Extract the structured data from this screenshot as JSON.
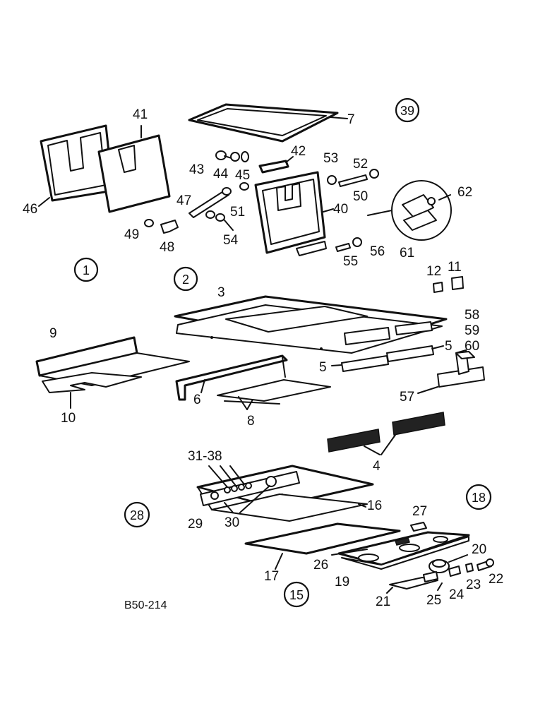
{
  "drawing_code": "B50-214",
  "group_refs": {
    "r39": "39",
    "r1": "1",
    "r2": "2",
    "r18": "18",
    "r28": "28",
    "r15": "15"
  },
  "callouts": {
    "c7": "7",
    "c41": "41",
    "c46": "46",
    "c43": "43",
    "c44": "44",
    "c45": "45",
    "c42": "42",
    "c53": "53",
    "c52": "52",
    "c50": "50",
    "c47": "47",
    "c51": "51",
    "c40": "40",
    "c62": "62",
    "c49": "49",
    "c48": "48",
    "c54": "54",
    "c55": "55",
    "c56": "56",
    "c61": "61",
    "c12": "12",
    "c11": "11",
    "c3": "3",
    "c58": "58",
    "c59": "59",
    "c60": "60",
    "c9": "9",
    "c5a": "5",
    "c5b": "5",
    "c57": "57",
    "c10": "10",
    "c6": "6",
    "c8": "8",
    "c4": "4",
    "c31_38": "31-38",
    "c16": "16",
    "c29": "29",
    "c30": "30",
    "c27": "27",
    "c20": "20",
    "c26": "26",
    "c17": "17",
    "c19": "19",
    "c22": "22",
    "c23": "23",
    "c24": "24",
    "c25": "25",
    "c21": "21"
  }
}
